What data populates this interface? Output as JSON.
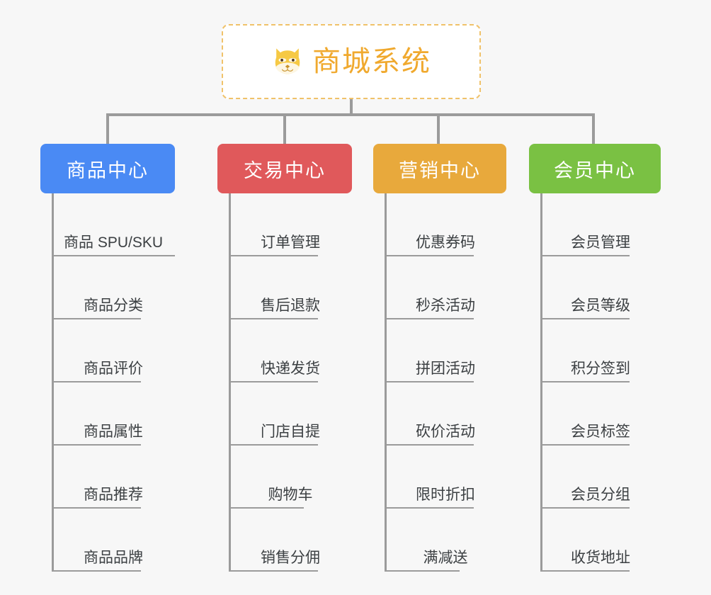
{
  "page": {
    "background_color": "#f7f7f7",
    "type": "mindmap-tree"
  },
  "root": {
    "title": "商城系统",
    "icon": "shiba-dog-face-icon",
    "text_color": "#f0a92e",
    "border_color": "#f0c26a",
    "background_color": "#ffffff"
  },
  "categories": [
    {
      "label": "商品中心",
      "color": "#4a8af4",
      "items": [
        "商品 SPU/SKU",
        "商品分类",
        "商品评价",
        "商品属性",
        "商品推荐",
        "商品品牌"
      ]
    },
    {
      "label": "交易中心",
      "color": "#e0595b",
      "items": [
        "订单管理",
        "售后退款",
        "快递发货",
        "门店自提",
        "购物车",
        "销售分佣"
      ]
    },
    {
      "label": "营销中心",
      "color": "#e8a93c",
      "items": [
        "优惠券码",
        "秒杀活动",
        "拼团活动",
        "砍价活动",
        "限时折扣",
        "满减送"
      ]
    },
    {
      "label": "会员中心",
      "color": "#7ac143",
      "items": [
        "会员管理",
        "会员等级",
        "积分签到",
        "会员标签",
        "会员分组",
        "收货地址"
      ]
    }
  ],
  "connector_color": "#9b9b9b"
}
